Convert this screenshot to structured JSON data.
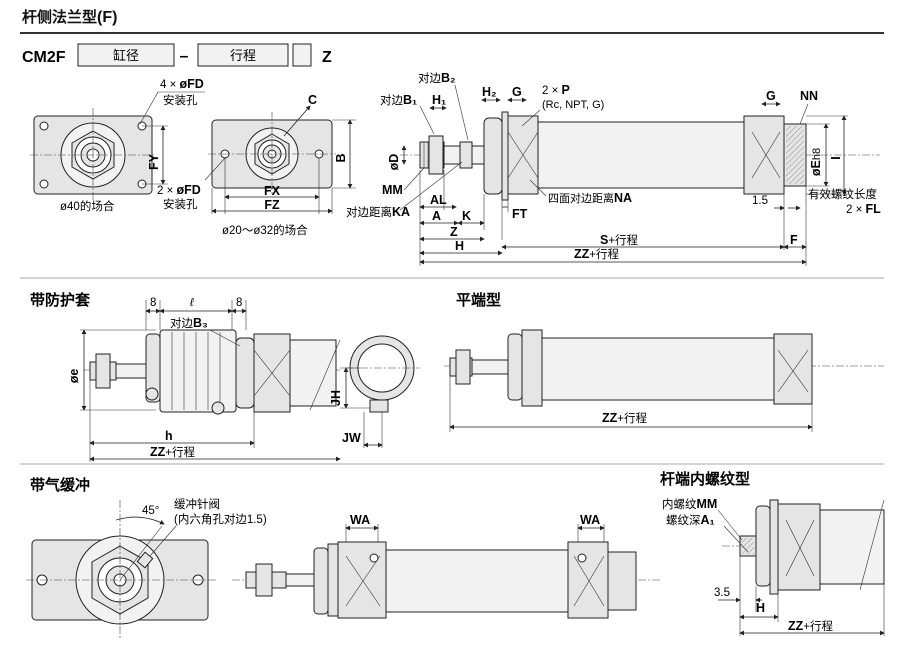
{
  "header": {
    "title_cn": "杆侧法兰型",
    "title_paren_open": "(",
    "title_code": "F",
    "title_paren_close": ")"
  },
  "model": {
    "prefix": "CM2F",
    "box_bore": "缸径",
    "dash": "–",
    "box_stroke": "行程",
    "suffix": "Z"
  },
  "flange_views": {
    "fd4_prefix": "4 × ",
    "fd4_label": "øFD",
    "fd4_note": "安装孔",
    "fy": "FY",
    "fd2_prefix": "2 × ",
    "fd2_label": "øFD",
    "fd2_note": "安装孔",
    "caption_40": "ø40的场合",
    "c": "C",
    "b": "B",
    "fx": "FX",
    "fz": "FZ",
    "caption_20_32": "ø20～ø32的场合"
  },
  "main_view": {
    "b2_prefix": "对边",
    "b2": "B₂",
    "b1_prefix": "对边",
    "b1": "B₁",
    "h1": "H₁",
    "h2": "H₂",
    "g_left": "G",
    "p_prefix": "2 × ",
    "p": "P",
    "p_note": "(Rc, NPT, G)",
    "g_right": "G",
    "nn": "NN",
    "od": "øD",
    "mm": "MM",
    "al": "AL",
    "ka_prefix": "对边距离",
    "ka": "KA",
    "a": "A",
    "k": "K",
    "ft": "FT",
    "na_prefix": "四面对边距离",
    "na": "NA",
    "z": "Z",
    "h": "H",
    "s": "S",
    "s_suffix": "+行程",
    "f": "F",
    "zz": "ZZ",
    "zz_suffix": "+行程",
    "oe": "øE",
    "e_sub": "h8",
    "i": "I",
    "d15": "1.5",
    "fl_note": "有效螺纹长度",
    "fl_prefix": "2 × ",
    "fl": "FL"
  },
  "boot": {
    "title": "带防护套",
    "d8a": "8",
    "ell": "ℓ",
    "d8b": "8",
    "b3_prefix": "对边",
    "b3": "B₃",
    "oe": "øe",
    "h": "h",
    "zz": "ZZ",
    "zz_suffix": "+行程",
    "jh": "JH",
    "jw": "JW"
  },
  "flat": {
    "title": "平端型",
    "zz": "ZZ",
    "zz_suffix": "+行程"
  },
  "cushion": {
    "title": "带气缓冲",
    "angle": "45°",
    "valve": "缓冲针阀",
    "valve_note": "(内六角孔对边1.5)",
    "wa1": "WA",
    "wa2": "WA"
  },
  "female": {
    "title": "杆端内螺纹型",
    "mm_prefix": "内螺纹",
    "mm": "MM",
    "a1_prefix": "螺纹深",
    "a1": "A₁",
    "d35": "3.5",
    "h": "H",
    "zz": "ZZ",
    "zz_suffix": "+行程"
  }
}
